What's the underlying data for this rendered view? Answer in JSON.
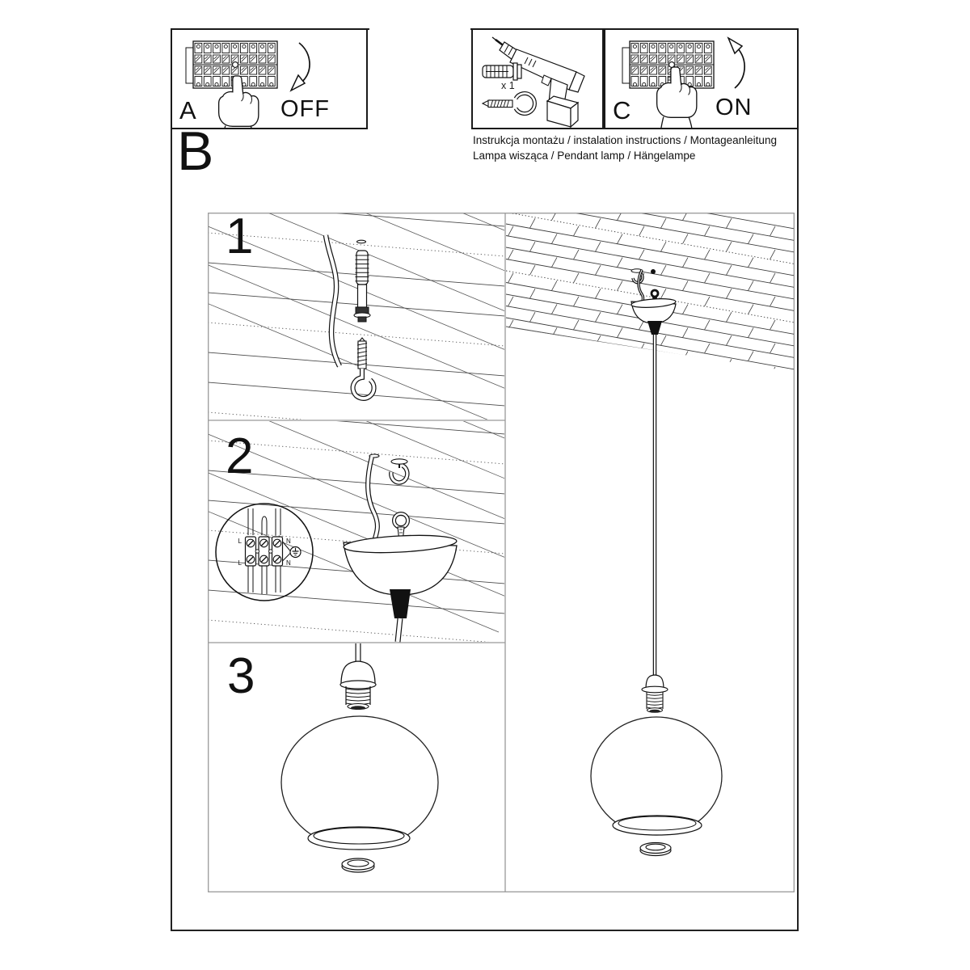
{
  "page": {
    "background": "#ffffff",
    "border_color": "#222222"
  },
  "panel_a": {
    "label": "A",
    "action": "OFF"
  },
  "panel_tools": {
    "qty": "x 1"
  },
  "panel_c": {
    "label": "C",
    "action": "ON"
  },
  "caption": {
    "line1": "Instrukcja montażu / instalation instructions / Montageanleitung",
    "line2": "Lampa wisząca / Pendant lamp / Hängelampe"
  },
  "section": {
    "label": "B"
  },
  "steps": {
    "one": "1",
    "two": "2",
    "three": "3"
  },
  "wiring": {
    "l_top": "L",
    "n_top": "N",
    "l_bottom": "L",
    "n_bottom": "N"
  }
}
